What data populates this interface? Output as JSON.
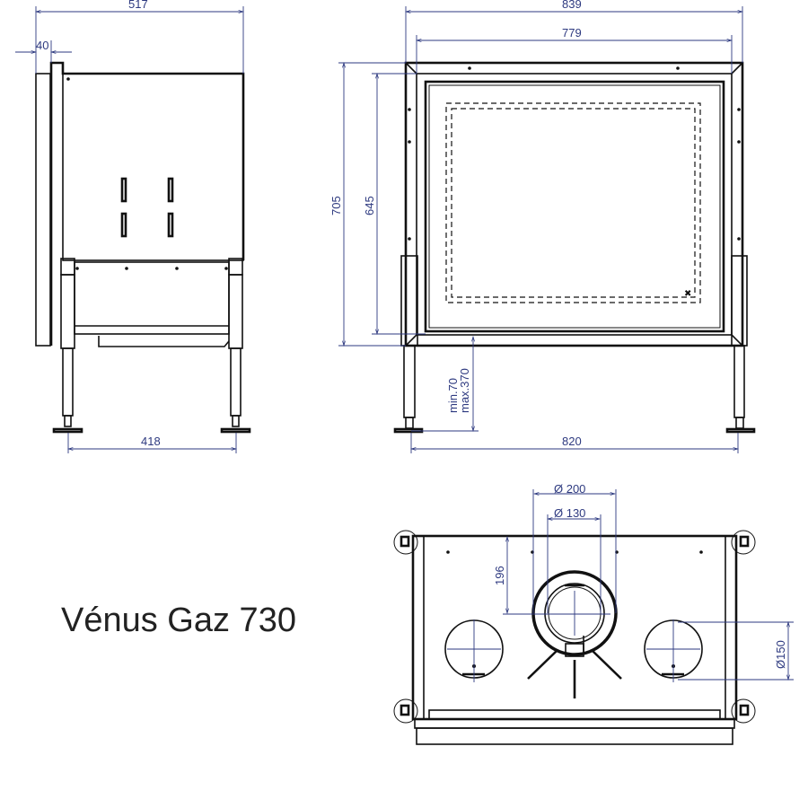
{
  "title": "Vénus Gaz 730",
  "colors": {
    "dimension": "#2e3a80",
    "outline": "#111111"
  },
  "side_view": {
    "depth": "517",
    "door_offset": "40",
    "leg_spacing": "418"
  },
  "front_view": {
    "outer_width": "839",
    "inner_width": "779",
    "total_height": "705",
    "inner_height": "645",
    "leg_min": "min.70",
    "leg_max": "max.370",
    "leg_width": "820"
  },
  "top_view": {
    "flue_outer": "Ø 200",
    "flue_inner": "Ø 130",
    "flue_offset": "196",
    "vent_diameter": "Ø150"
  }
}
